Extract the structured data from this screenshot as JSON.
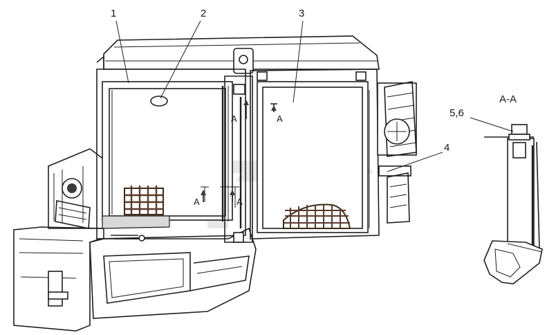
{
  "callouts": {
    "c1": "1",
    "c2": "2",
    "c3": "3",
    "c4": "4",
    "c56": "5,6"
  },
  "section": {
    "title": "A-A",
    "marker": "A"
  },
  "colors": {
    "line": "#1e1e1e",
    "watermark": "#e6e6e6"
  }
}
